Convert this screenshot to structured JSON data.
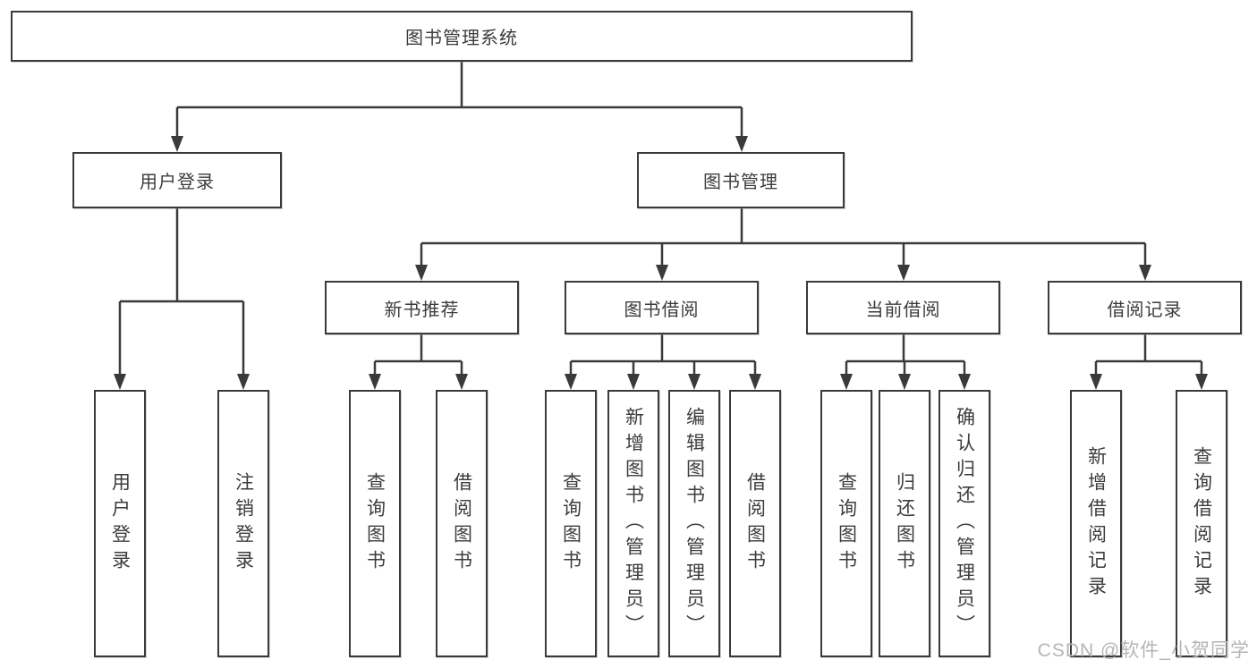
{
  "diagram": {
    "root": {
      "label": "图书管理系统"
    },
    "level2": [
      {
        "label": "用户登录"
      },
      {
        "label": "图书管理"
      }
    ],
    "level3": [
      {
        "label": "新书推荐"
      },
      {
        "label": "图书借阅"
      },
      {
        "label": "当前借阅"
      },
      {
        "label": "借阅记录"
      }
    ],
    "leaves": {
      "user_login": [
        "用户登录",
        "注销登录"
      ],
      "new_books": [
        "查询图书",
        "借阅图书"
      ],
      "book_borrow": [
        "查询图书",
        "新增图书（管理员）",
        "编辑图书（管理员）",
        "借阅图书"
      ],
      "current_borrow": [
        "查询图书",
        "归还图书",
        "确认归还（管理员）"
      ],
      "borrow_records": [
        "新增借阅记录",
        "查询借阅记录"
      ]
    }
  },
  "watermark": {
    "label": "CSDN @软件_小贺同学"
  },
  "colors": {
    "line": "#3a3a3a",
    "text": "#3c3c3c",
    "watermark": "#b5b5b5",
    "background": "#ffffff"
  }
}
